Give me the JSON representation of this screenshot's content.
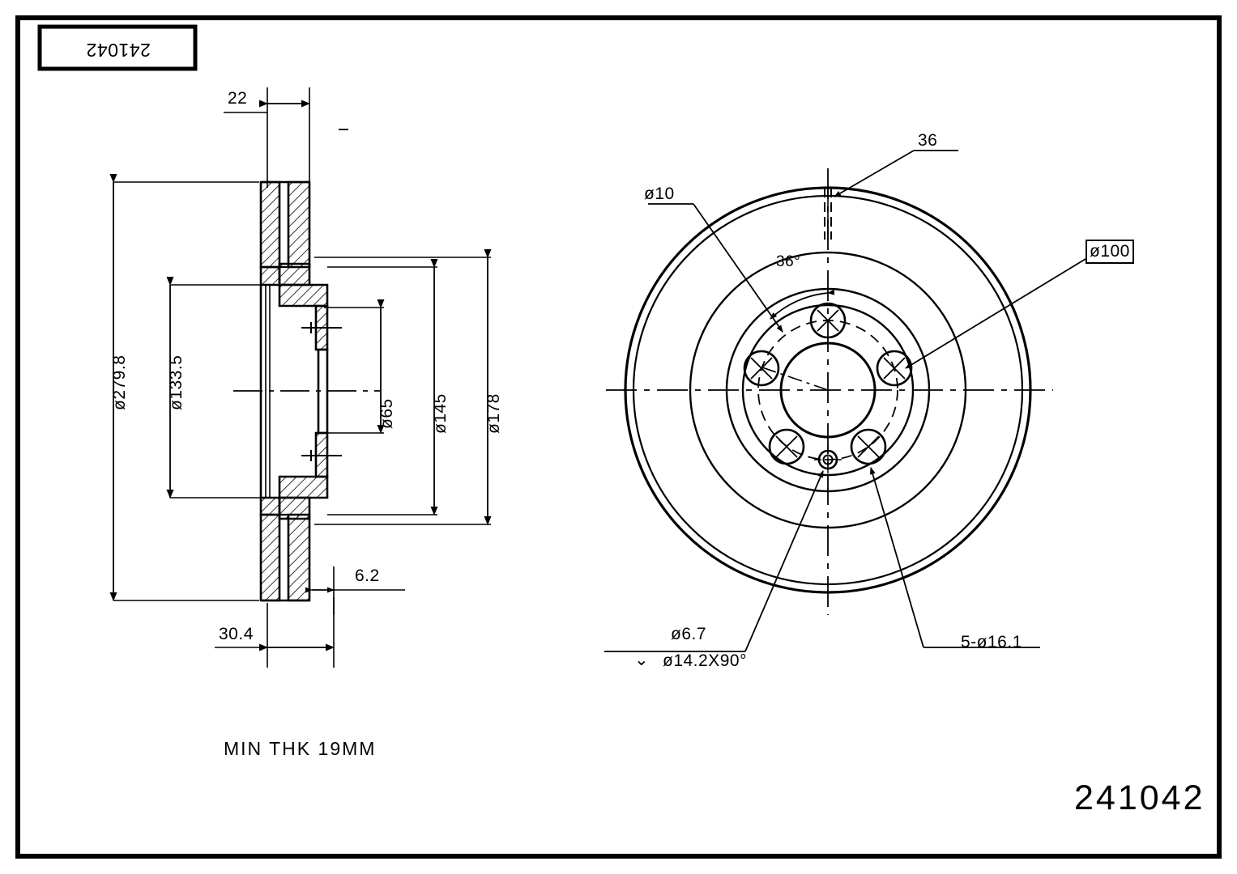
{
  "drawing": {
    "type": "engineering-drawing",
    "subject": "vented brake disc / rotor",
    "part_number": "241042",
    "title_block_number": "241042",
    "bottom_note": "MIN THK 19MM",
    "views": [
      {
        "name": "section-view",
        "position": "left"
      },
      {
        "name": "front-view",
        "position": "right"
      }
    ]
  },
  "section_view": {
    "dimensions": {
      "thickness_top": "22",
      "outer_diameter": "ø279.8",
      "hat_diameter": "ø133.5",
      "center_bore": "ø65",
      "inner_ring": "ø145",
      "vent_ring": "ø178",
      "plate_thickness": "6.2",
      "overall_height": "30.4"
    }
  },
  "front_view": {
    "labels": {
      "slot_count": "36",
      "pilot_hole": "ø10",
      "bolt_circle": "ø100",
      "angle": "36°",
      "small_hole": "ø6.7",
      "countersink": "ø14.2X90°",
      "countersink_symbol": "⌄",
      "bolt_holes": "5-ø16.1"
    }
  },
  "colors": {
    "line": "#000000",
    "background": "#ffffff"
  }
}
